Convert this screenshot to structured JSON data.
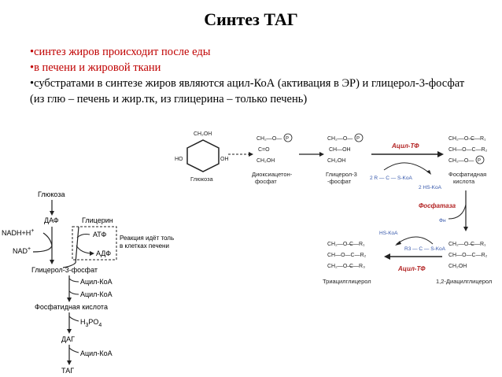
{
  "title": "Синтез ТАГ",
  "bullets": [
    {
      "text": "•синтез жиров происходит после еды",
      "color": "#c00000"
    },
    {
      "text": "•в печени и жировой ткани",
      "color": "#c00000"
    },
    {
      "text": "•субстратами в синтезе жиров являются ацил-КоА (активация в ЭР) и глицерол-3-фосфат (из глю – печень и жир.тк, из глицерина – только печень)",
      "color": "#000000"
    }
  ],
  "flowchart": {
    "glucose": "Глюкоза",
    "daf": "ДАФ",
    "glycerin": "Глицерин",
    "nadh": "NADH+H",
    "nadh_sup": "+",
    "nad": "NAD",
    "nad_sup": "+",
    "atf": "АТФ",
    "adf": "АДФ",
    "liver_note_1": "Реакция идёт толь",
    "liver_note_2": "в клетках печени",
    "g3p": "Глицерол-3-фосфат",
    "acyl1": "Ацил-КоА",
    "acyl2": "Ацил-КоА",
    "pa": "Фосфатидная кислота",
    "h3po4_base": "H",
    "h3po4_3": "3",
    "h3po4_po": "PO",
    "h3po4_4": "4",
    "dag": "ДАГ",
    "acyl3": "Ацил-КоА",
    "tag": "ТАГ"
  },
  "pathway": {
    "glucose": "Глюкоза",
    "dhap_1": "Диоксиацетон-",
    "dhap_2": "фосфат",
    "g3p_1": "Глицерол-3",
    "g3p_2": "-фосфат",
    "acyl_tf": "Ацил-ТФ",
    "acyl_tf_2": "Ацил-ТФ",
    "acyl_coa_in": "2 R — C — S-KoA",
    "hs_koa_out": "2 HS-KoA",
    "pa_1": "Фосфатидная",
    "pa_2": "кислота",
    "phosphatase": "Фосфатаза",
    "pi": "Фн",
    "hs_koa": "HS-KoA",
    "r3_acyl": "R3 — C — S-KoA",
    "tag": "Триацилглицерол",
    "dag": "1,2-Диацилглицерол",
    "ch2oh": "CH₂OH",
    "ch2o": "CH₂—O—",
    "c_eq_o": "C=O",
    "choh": "CH—OH",
    "cho": "CH—O—C—R₂",
    "p": "P",
    "r1": "C—R₁",
    "r3": "C—R₃",
    "ho": "HO",
    "oh": "OH"
  },
  "colors": {
    "red_text": "#c00000",
    "pathway_red": "#b22222",
    "line": "#222222"
  }
}
